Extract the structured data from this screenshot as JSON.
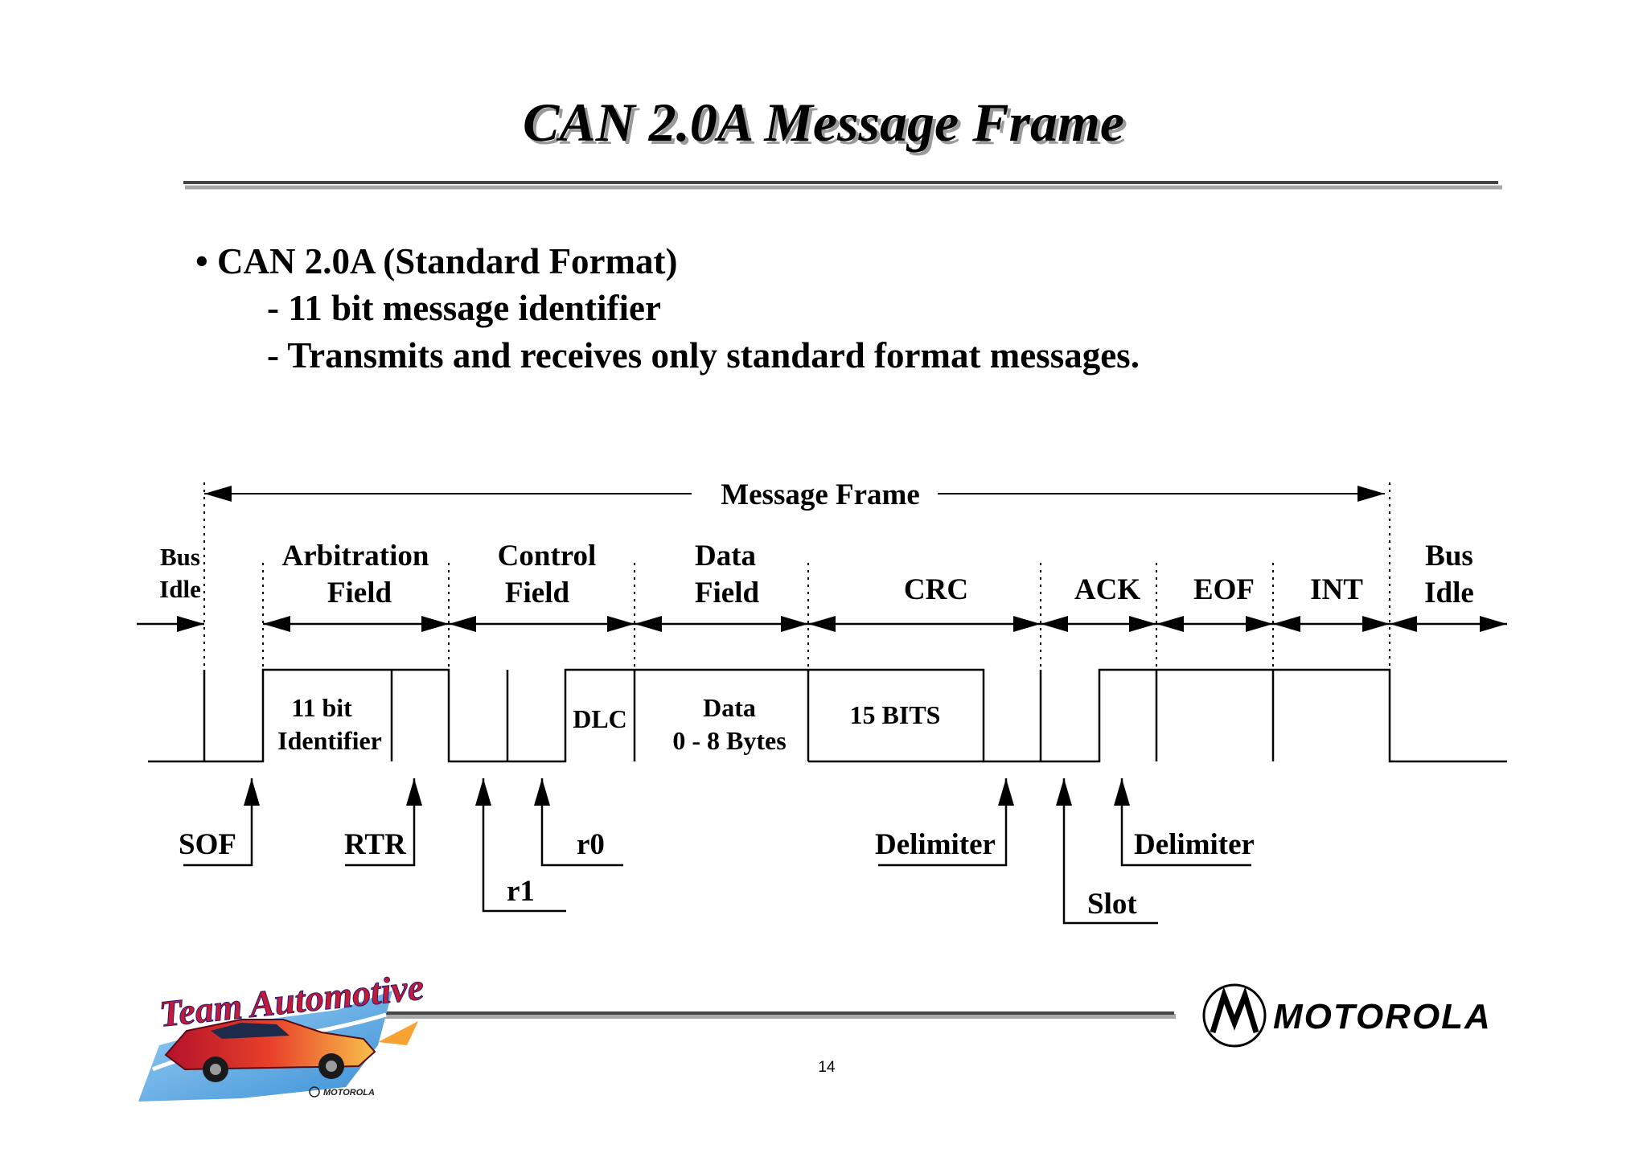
{
  "slide": {
    "title": "CAN 2.0A Message Frame",
    "bullet": "• CAN 2.0A (Standard Format)",
    "sub1": "- 11 bit message identifier",
    "sub2": "- Transmits and receives only standard format messages.",
    "page_number": "14"
  },
  "diagram": {
    "message_frame": "Message Frame",
    "fields": {
      "bus_idle_left": [
        "Bus",
        "Idle"
      ],
      "arbitration": [
        "Arbitration",
        "Field"
      ],
      "control": [
        "Control",
        "Field"
      ],
      "data": [
        "Data",
        "Field"
      ],
      "crc": "CRC",
      "ack": "ACK",
      "eof": "EOF",
      "int": "INT",
      "bus_idle_right": [
        "Bus",
        "Idle"
      ]
    },
    "boxes": {
      "identifier": [
        "11 bit",
        "Identifier"
      ],
      "dlc": "DLC",
      "data": [
        "Data",
        "0 - 8 Bytes"
      ],
      "crc_bits": "15 BITS"
    },
    "pointers": {
      "sof": "SOF",
      "rtr": "RTR",
      "r1": "r1",
      "r0": "r0",
      "crc_delimiter": "Delimiter",
      "slot": "Slot",
      "ack_delimiter": "Delimiter"
    }
  },
  "footer": {
    "logo_script": "Team Automotive",
    "logo_small_brand": "MOTOROLA",
    "brand": "MOTOROLA"
  }
}
